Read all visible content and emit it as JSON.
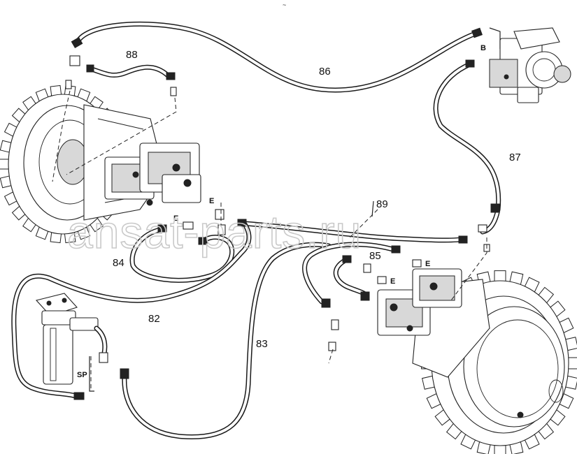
{
  "top_mark": "~",
  "watermark": "ansat-parts.ru",
  "callouts": {
    "c82": "82",
    "c83": "83",
    "c84": "84",
    "c85": "85",
    "c86": "86",
    "c87": "87",
    "c88": "88",
    "c89": "89"
  },
  "ports": {
    "b": "B",
    "sp": "SP",
    "e1": "E",
    "e2": "E",
    "e3": "E",
    "e4": "E"
  },
  "colors": {
    "ink": "#1a1a1a",
    "paper": "#ffffff",
    "watermark": "#c9c9c9"
  }
}
